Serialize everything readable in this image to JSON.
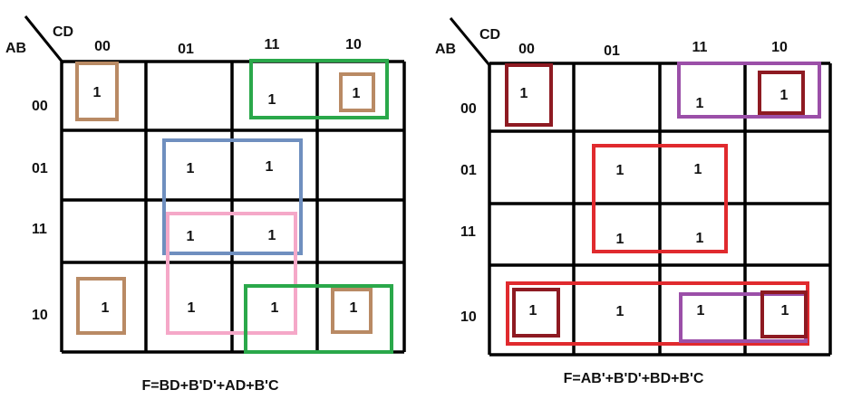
{
  "kmaps": [
    {
      "row_var": "AB",
      "col_var": "CD",
      "col_labels": [
        "00",
        "01",
        "11",
        "10"
      ],
      "row_labels": [
        "00",
        "01",
        "11",
        "10"
      ],
      "cells": [
        [
          "1",
          "",
          "1",
          "1"
        ],
        [
          "",
          "1",
          "1",
          ""
        ],
        [
          "",
          "1",
          "1",
          ""
        ],
        [
          "1",
          "1",
          "1",
          "1"
        ]
      ],
      "groups": [
        {
          "term": "BD",
          "color": "#6f8fbf"
        },
        {
          "term": "B'D'",
          "color": "#b98a64"
        },
        {
          "term": "AD",
          "color": "#f5a8c8"
        },
        {
          "term": "B'C",
          "color": "#2aa84a"
        }
      ],
      "formula": "F=BD+B'D'+AD+B'C"
    },
    {
      "row_var": "AB",
      "col_var": "CD",
      "col_labels": [
        "00",
        "01",
        "11",
        "10"
      ],
      "row_labels": [
        "00",
        "01",
        "11",
        "10"
      ],
      "cells": [
        [
          "1",
          "",
          "1",
          "1"
        ],
        [
          "",
          "1",
          "1",
          ""
        ],
        [
          "",
          "1",
          "1",
          ""
        ],
        [
          "1",
          "1",
          "1",
          "1"
        ]
      ],
      "groups": [
        {
          "term": "AB'",
          "color": "#e02a2e"
        },
        {
          "term": "B'D'",
          "color": "#8e1a22"
        },
        {
          "term": "BD",
          "color": "#e02a2e"
        },
        {
          "term": "B'C",
          "color": "#9b4fa8"
        }
      ],
      "formula": "F=AB'+B'D'+BD+B'C"
    }
  ]
}
